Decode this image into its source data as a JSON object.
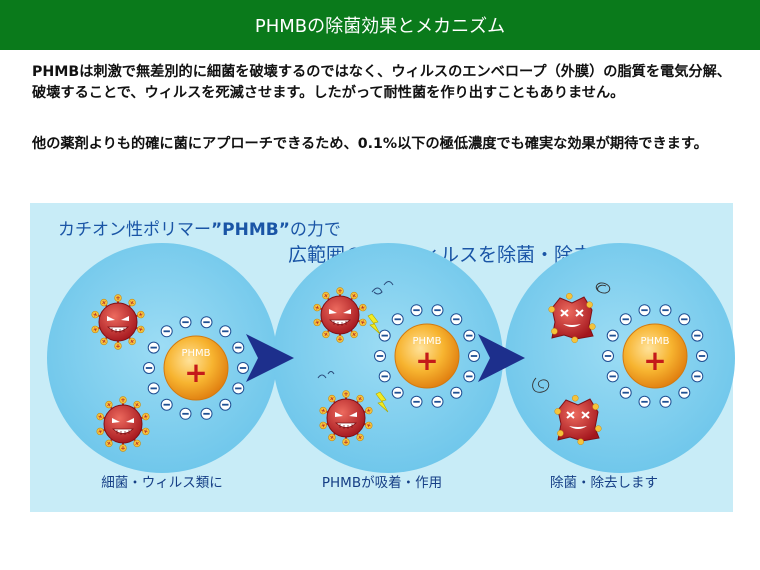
{
  "header": {
    "title": "PHMBの除菌効果とメカニズム"
  },
  "body": {
    "paragraph1": "PHMBは刺激で無差別的に細菌を破壊するのではなく、ウィルスのエンベロープ（外膜）の脂質を電気分解、破壊することで、ウィルスを死滅させます。したがって耐性菌を作り出すこともありません。",
    "paragraph2": "他の薬剤よりも的確に菌にアプローチできるため、0.1%以下の極低濃度でも確実な効果が期待できます。"
  },
  "illustration": {
    "caption_line1_prefix": "カチオン性ポリマー",
    "caption_line1_emphasis": "”PHMB”",
    "caption_line1_suffix": "の力で",
    "caption_line2": "広範囲の菌・ウィルスを除菌・除去します。",
    "phmb_label": "PHMB",
    "plus_sign": "+",
    "panels": [
      {
        "label": "細菌・ウィルス類に"
      },
      {
        "label": "PHMBが吸着・作用"
      },
      {
        "label": "除菌・除去します"
      }
    ]
  },
  "colors": {
    "header_bg": "#0a7a1b",
    "panel_bg": "#c8ecf7",
    "circle_bg": "#7fd0ef",
    "arrow": "#1d2f8c",
    "phmb_orange": "#f4a21b",
    "virus_red": "#c0282c",
    "text_blue": "#1a55a6"
  }
}
